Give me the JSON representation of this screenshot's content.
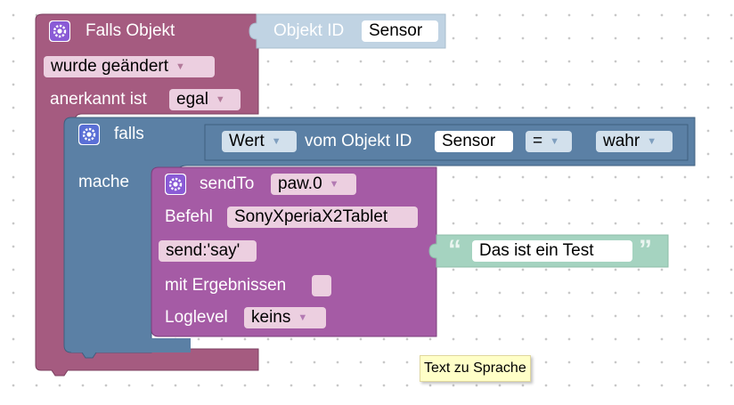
{
  "trigger_block": {
    "title": "Falls Objekt",
    "object_id_label": "Objekt ID",
    "object_id_value": "Sensor",
    "changed_option": "wurde geändert",
    "ack_label": "anerkannt ist",
    "ack_value": "egal"
  },
  "if_block": {
    "label": "falls",
    "do_label": "mache",
    "value_option": "Wert",
    "of_object_label": "vom Objekt ID",
    "object_value": "Sensor",
    "operator": "=",
    "compare_value": "wahr"
  },
  "sendto_block": {
    "label": "sendTo",
    "instance": "paw.0",
    "command_label": "Befehl",
    "command_value": "SonyXperiaX2Tablet",
    "param_name": "send:'say'",
    "text_value": "Das ist ein Test",
    "quote_open": "“",
    "quote_close": "”",
    "results_label": "mit Ergebnissen",
    "loglevel_label": "Loglevel",
    "loglevel_value": "keins"
  },
  "tooltip": "Text zu Sprache",
  "colors": {
    "trigger": "#a55b80",
    "if": "#5b80a5",
    "sendto": "#a55ba5",
    "text": "#a5d3c0",
    "object_id": "#c0d3e3",
    "gear": "#8a5bd6"
  },
  "icons": [
    "gear-icon",
    "dropdown-arrow-icon",
    "quote-open-icon",
    "quote-close-icon"
  ]
}
